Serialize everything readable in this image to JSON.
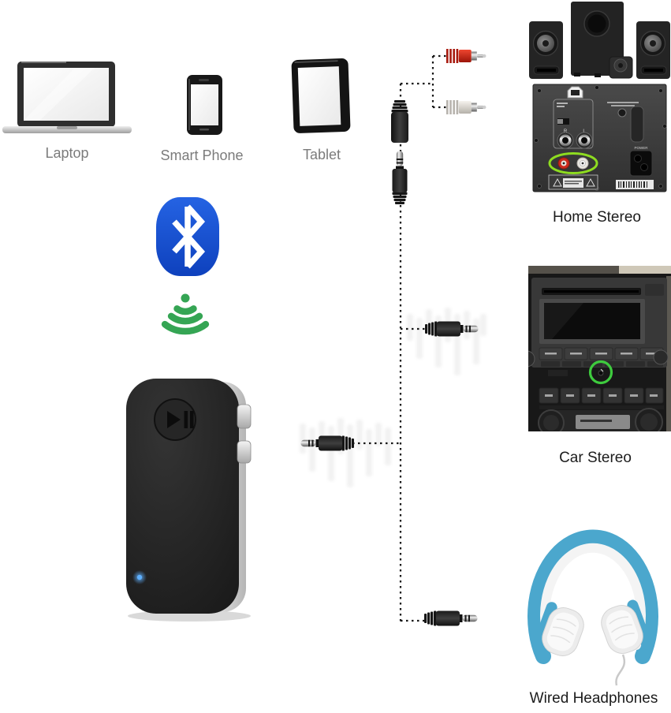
{
  "sources": [
    {
      "id": "laptop",
      "label": "Laptop"
    },
    {
      "id": "smart-phone",
      "label": "Smart Phone"
    },
    {
      "id": "tablet",
      "label": "Tablet"
    }
  ],
  "outputs": [
    {
      "id": "home-stereo",
      "label": "Home Stereo"
    },
    {
      "id": "car-stereo",
      "label": "Car Stereo"
    },
    {
      "id": "wired-headphones",
      "label": "Wired Headphones"
    }
  ],
  "receiver": {
    "type": "bluetooth-audio-receiver",
    "play_pause_icon": "play-pause"
  },
  "amp_panel": {
    "power_label": "POWER",
    "right_jack_label": "R",
    "left_jack_label": "L"
  },
  "colors": {
    "bluetooth_blue": "#1c56d3",
    "signal_green": "#35a554",
    "highlight_lime": "#8edc20",
    "highlight_green": "#3ecb3e",
    "rca_red": "#cc2a1e",
    "led_blue": "#5fb0ff",
    "headphone_blue": "#4ba7cd",
    "label_gray": "#7b7b7b",
    "label_dark": "#1c1c1c",
    "line_black": "#161616"
  }
}
